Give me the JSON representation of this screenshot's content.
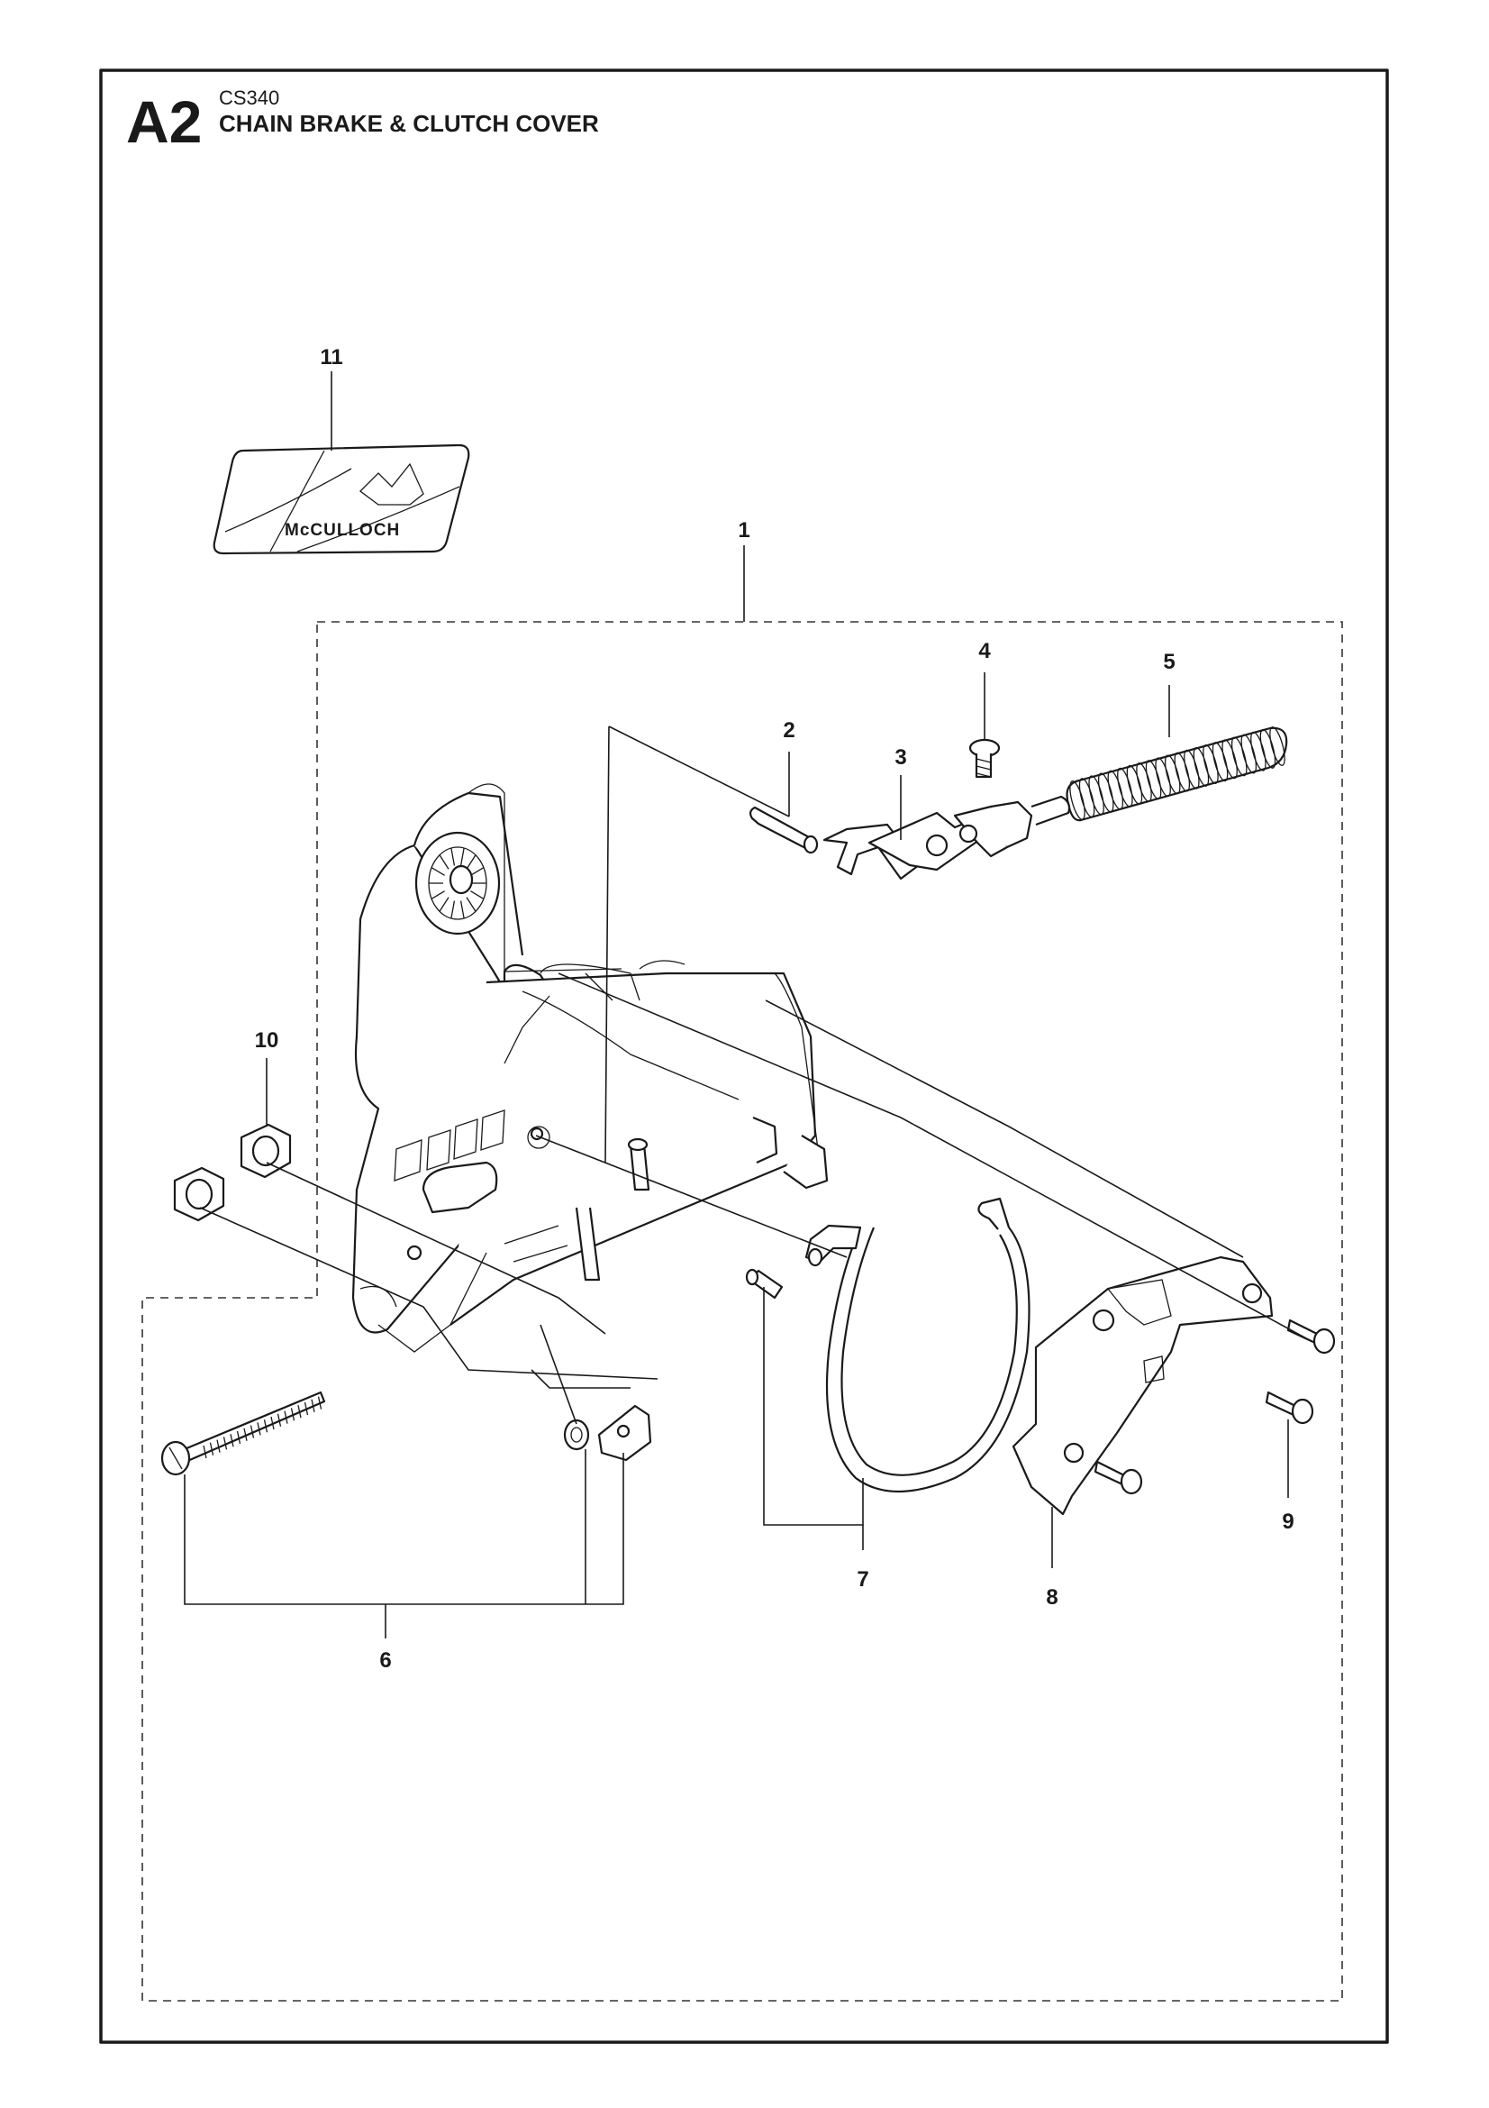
{
  "header": {
    "section_code": "A2",
    "model": "CS340",
    "title": "CHAIN BRAKE & CLUTCH COVER"
  },
  "decal": {
    "brand_text": "McCULLOCH"
  },
  "callouts": [
    {
      "id": "c1",
      "label": "1"
    },
    {
      "id": "c2",
      "label": "2"
    },
    {
      "id": "c3",
      "label": "3"
    },
    {
      "id": "c4",
      "label": "4"
    },
    {
      "id": "c5",
      "label": "5"
    },
    {
      "id": "c6",
      "label": "6"
    },
    {
      "id": "c7",
      "label": "7"
    },
    {
      "id": "c8",
      "label": "8"
    },
    {
      "id": "c9",
      "label": "9"
    },
    {
      "id": "c10",
      "label": "10"
    },
    {
      "id": "c11",
      "label": "11"
    }
  ],
  "colors": {
    "ink": "#1a1a1a",
    "paper": "#ffffff"
  }
}
